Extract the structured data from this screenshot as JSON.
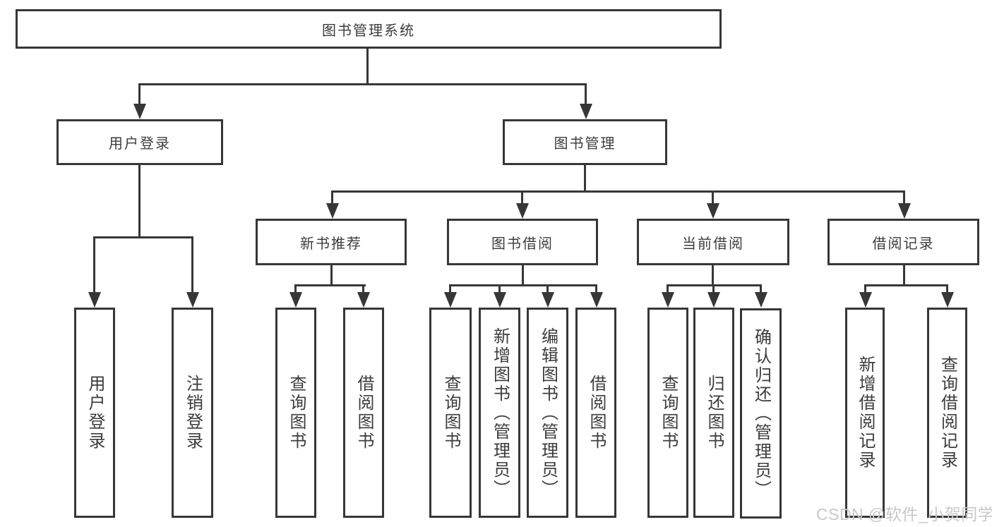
{
  "diagram_type": "hierarchy",
  "colors": {
    "line": "#373737",
    "text": "#3c3c3c",
    "background": "#ffffff",
    "watermark": "#c8c8c8"
  },
  "tree": {
    "label": "图书管理系统",
    "children": [
      {
        "label": "用户登录",
        "children": [
          {
            "label": "用户登录"
          },
          {
            "label": "注销登录"
          }
        ]
      },
      {
        "label": "图书管理",
        "children": [
          {
            "label": "新书推荐",
            "children": [
              {
                "label": "查询图书"
              },
              {
                "label": "借阅图书"
              }
            ]
          },
          {
            "label": "图书借阅",
            "children": [
              {
                "label": "查询图书"
              },
              {
                "label": "新增图书（管理员）"
              },
              {
                "label": "编辑图书（管理员）"
              },
              {
                "label": "借阅图书"
              }
            ]
          },
          {
            "label": "当前借阅",
            "children": [
              {
                "label": "查询图书"
              },
              {
                "label": "归还图书"
              },
              {
                "label": "确认归还（管理员）"
              }
            ]
          },
          {
            "label": "借阅记录",
            "children": [
              {
                "label": "新增借阅记录"
              },
              {
                "label": "查询借阅记录"
              }
            ]
          }
        ]
      }
    ]
  },
  "watermark": {
    "text": "CSDN @软件_小贺同学"
  }
}
